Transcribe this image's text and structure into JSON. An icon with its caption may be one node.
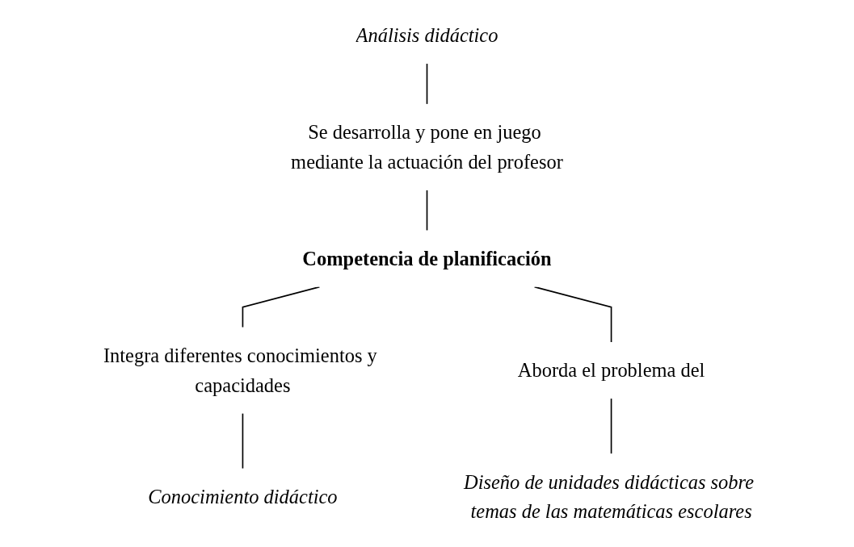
{
  "diagram": {
    "nodes": [
      {
        "text": [
          "Análisis didáctico"
        ]
      },
      {
        "text": [
          "Se desarrolla y pone en juego mediante la actuación del profesor"
        ]
      },
      {
        "text": [
          "Competencia de planificación"
        ]
      },
      {
        "text": [
          "Integra diferentes conocimientos y capacidades"
        ]
      },
      {
        "text": [
          "Aborda el problema del"
        ]
      },
      {
        "text": [
          "Conocimiento didáctico"
        ]
      },
      {
        "text": [
          "Diseño de unidades didácticas sobre temas de las matemáticas escolares"
        ]
      }
    ],
    "edges": [
      {
        "from": 0,
        "to": 1,
        "arrow": "none"
      },
      {
        "from": 1,
        "to": 2,
        "arrow": "none"
      },
      {
        "from": 2,
        "to": 3,
        "arrow": "none"
      },
      {
        "from": 2,
        "to": 4,
        "arrow": "none"
      },
      {
        "from": 3,
        "to": 5,
        "arrow": "none"
      },
      {
        "from": 4,
        "to": 6,
        "arrow": "none"
      }
    ]
  }
}
